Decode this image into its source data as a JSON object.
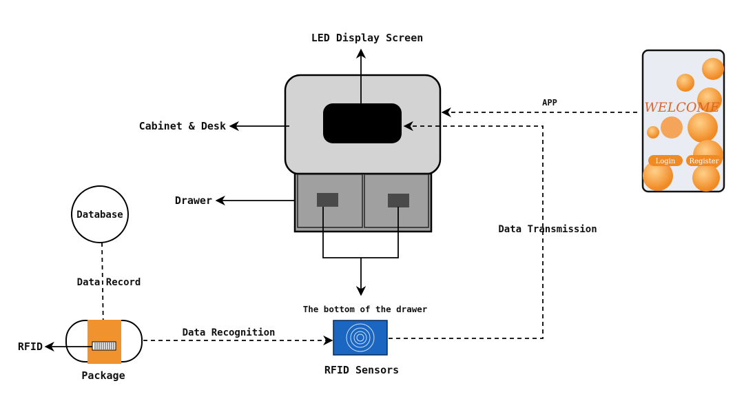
{
  "labels": {
    "led_display_screen": "LED Display Screen",
    "cabinet_desk": "Cabinet & Desk",
    "drawer": "Drawer",
    "database": "Database",
    "data_record": "Data Record",
    "rfid": "RFID",
    "package": "Package",
    "data_recognition": "Data Recognition",
    "bottom_of_drawer": "The bottom of the drawer",
    "rfid_sensors": "RFID Sensors",
    "data_transmission": "Data Transmission",
    "app": "APP"
  },
  "phone": {
    "welcome": "WELCOME",
    "login": "Login",
    "register": "Register"
  },
  "colors": {
    "cabinet": "#d3d3d3",
    "drawer": "#a0a0a0",
    "drawer_handle": "#4a4a4a",
    "screen": "#000000",
    "package": "#f0922e",
    "sensor": "#1a66c0",
    "phone_accent": "#f08a24"
  }
}
